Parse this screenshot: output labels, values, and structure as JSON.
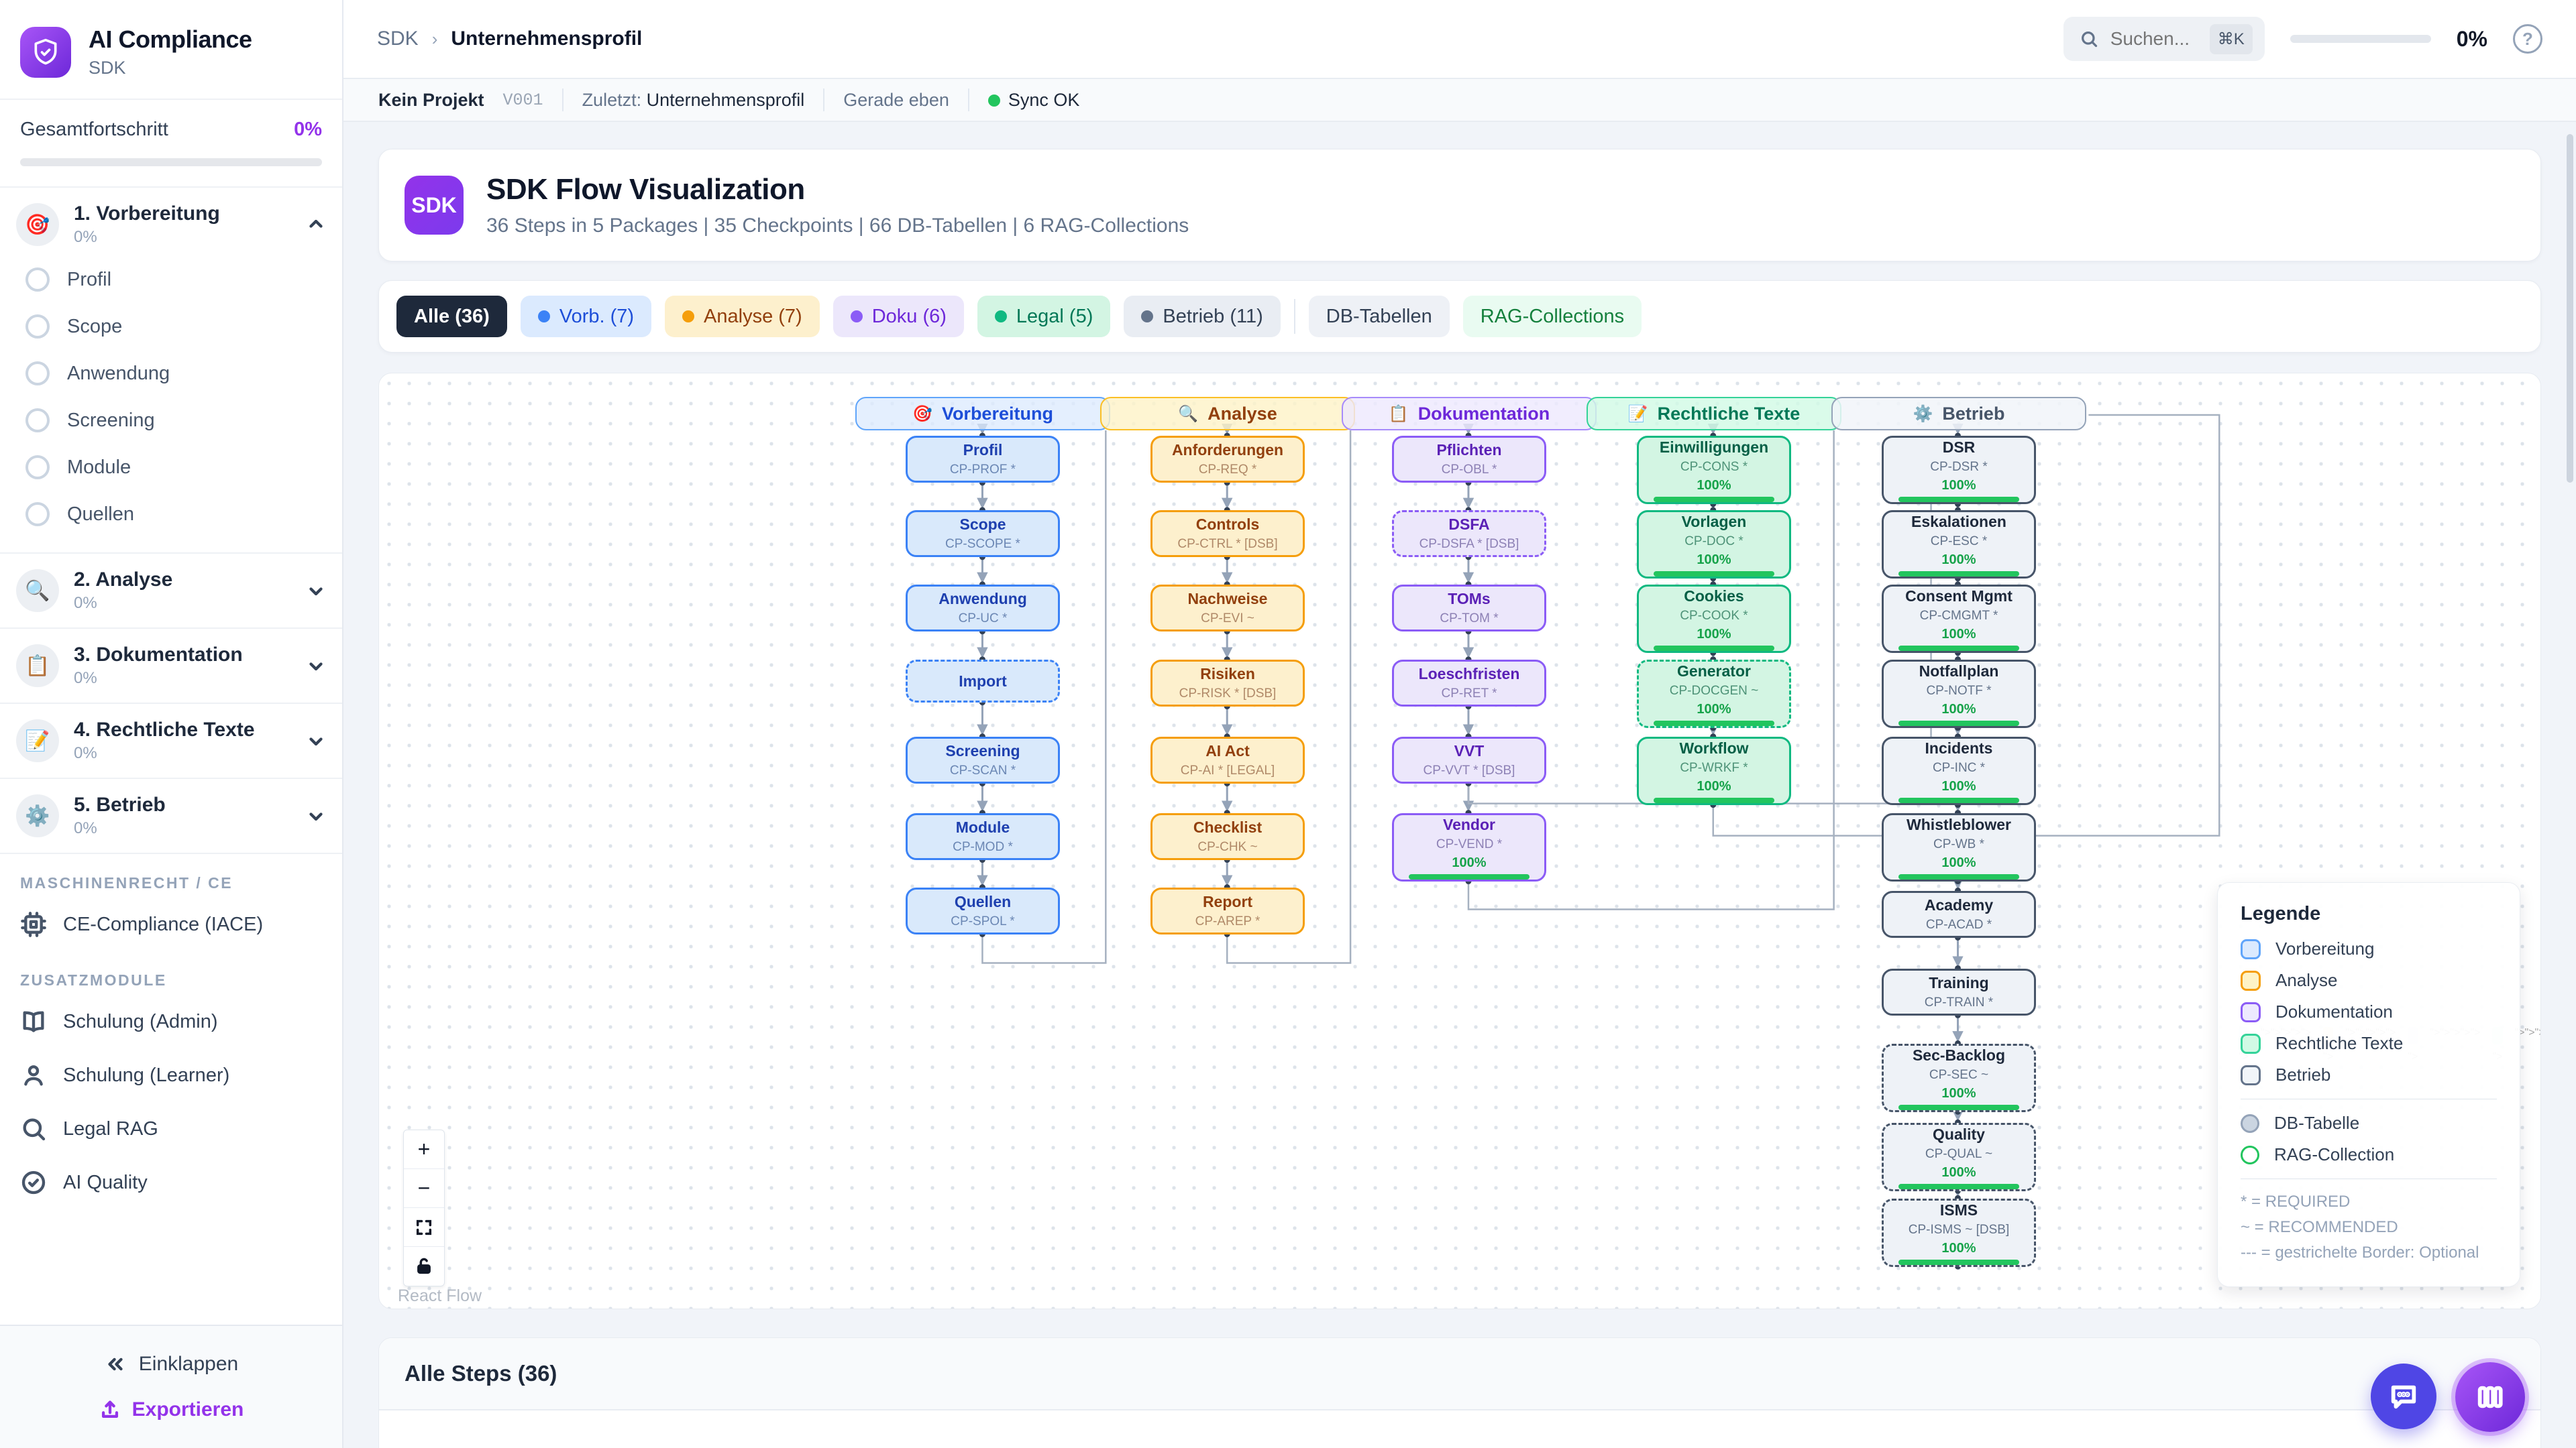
{
  "sidebar": {
    "app_title": "AI Compliance",
    "app_subtitle": "SDK",
    "overall_label": "Gesamtfortschritt",
    "overall_value": "0%",
    "sections": [
      {
        "title": "1. Vorbereitung",
        "pct": "0%",
        "emoji": "🎯",
        "expanded": true,
        "items": [
          "Profil",
          "Scope",
          "Anwendung",
          "Screening",
          "Module",
          "Quellen"
        ]
      },
      {
        "title": "2. Analyse",
        "pct": "0%",
        "emoji": "🔍",
        "expanded": false,
        "items": []
      },
      {
        "title": "3. Dokumentation",
        "pct": "0%",
        "emoji": "📋",
        "expanded": false,
        "items": []
      },
      {
        "title": "4. Rechtliche Texte",
        "pct": "0%",
        "emoji": "📝",
        "expanded": false,
        "items": []
      },
      {
        "title": "5. Betrieb",
        "pct": "0%",
        "emoji": "⚙️",
        "expanded": false,
        "items": []
      }
    ],
    "group1_label": "MASCHINENRECHT / CE",
    "group1_item": "CE-Compliance (IACE)",
    "group2_label": "ZUSATZMODULE",
    "modules": [
      {
        "icon": "book-icon",
        "label": "Schulung (Admin)"
      },
      {
        "icon": "user-icon",
        "label": "Schulung (Learner)"
      },
      {
        "icon": "search-icon",
        "label": "Legal RAG"
      },
      {
        "icon": "check-circle-icon",
        "label": "AI Quality"
      }
    ],
    "collapse_label": "Einklappen",
    "export_label": "Exportieren"
  },
  "topbar": {
    "breadcrumb_root": "SDK",
    "breadcrumb_current": "Unternehmensprofil",
    "search_placeholder": "Suchen...",
    "search_kbd": "⌘K",
    "progress_value": "0%",
    "help_glyph": "?"
  },
  "statusbar": {
    "project": "Kein Projekt",
    "version": "V001",
    "last_label": "Zuletzt:",
    "last_value": "Unternehmensprofil",
    "time": "Gerade eben",
    "sync": "Sync OK"
  },
  "hero": {
    "badge": "SDK",
    "title": "SDK Flow Visualization",
    "subtitle": "36 Steps in 5 Packages | 35 Checkpoints | 66 DB-Tabellen | 6 RAG-Collections"
  },
  "filters": [
    {
      "label": "Alle (36)",
      "style": "all"
    },
    {
      "label": "Vorb. (7)",
      "style": "blue",
      "dot": "#3b82f6"
    },
    {
      "label": "Analyse (7)",
      "style": "amber",
      "dot": "#f59e0b"
    },
    {
      "label": "Doku (6)",
      "style": "violet",
      "dot": "#8b5cf6"
    },
    {
      "label": "Legal (5)",
      "style": "green",
      "dot": "#10b981"
    },
    {
      "label": "Betrieb (11)",
      "style": "slate",
      "dot": "#64748b"
    },
    {
      "label": "DB-Tabellen",
      "style": "plain"
    },
    {
      "label": "RAG-Collections",
      "style": "rag"
    }
  ],
  "flow": {
    "packages": [
      {
        "id": "vorbereitung",
        "label": "Vorbereitung",
        "emoji": "🎯",
        "color": "blue",
        "nodes": [
          {
            "label": "Profil",
            "code": "CP-PROF *"
          },
          {
            "label": "Scope",
            "code": "CP-SCOPE *"
          },
          {
            "label": "Anwendung",
            "code": "CP-UC *"
          },
          {
            "label": "Import",
            "code": "",
            "dashed": true
          },
          {
            "label": "Screening",
            "code": "CP-SCAN *"
          },
          {
            "label": "Module",
            "code": "CP-MOD *"
          },
          {
            "label": "Quellen",
            "code": "CP-SPOL *"
          }
        ]
      },
      {
        "id": "analyse",
        "label": "Analyse",
        "emoji": "🔍",
        "color": "amber",
        "nodes": [
          {
            "label": "Anforderungen",
            "code": "CP-REQ *"
          },
          {
            "label": "Controls",
            "code": "CP-CTRL * [DSB]"
          },
          {
            "label": "Nachweise",
            "code": "CP-EVI ~"
          },
          {
            "label": "Risiken",
            "code": "CP-RISK * [DSB]"
          },
          {
            "label": "AI Act",
            "code": "CP-AI * [LEGAL]"
          },
          {
            "label": "Checklist",
            "code": "CP-CHK ~"
          },
          {
            "label": "Report",
            "code": "CP-AREP *"
          }
        ]
      },
      {
        "id": "dokumentation",
        "label": "Dokumentation",
        "emoji": "📋",
        "color": "violet",
        "nodes": [
          {
            "label": "Pflichten",
            "code": "CP-OBL *"
          },
          {
            "label": "DSFA",
            "code": "CP-DSFA * [DSB]",
            "dashed": true
          },
          {
            "label": "TOMs",
            "code": "CP-TOM *"
          },
          {
            "label": "Loeschfristen",
            "code": "CP-RET *"
          },
          {
            "label": "VVT",
            "code": "CP-VVT * [DSB]"
          },
          {
            "label": "Vendor",
            "code": "CP-VEND *",
            "progress": "100%"
          }
        ]
      },
      {
        "id": "rechtliche-texte",
        "label": "Rechtliche Texte",
        "emoji": "📝",
        "color": "green",
        "nodes": [
          {
            "label": "Einwilligungen",
            "code": "CP-CONS *",
            "progress": "100%"
          },
          {
            "label": "Vorlagen",
            "code": "CP-DOC *",
            "progress": "100%"
          },
          {
            "label": "Cookies",
            "code": "CP-COOK *",
            "progress": "100%"
          },
          {
            "label": "Generator",
            "code": "CP-DOCGEN ~",
            "dashed": true,
            "progress": "100%"
          },
          {
            "label": "Workflow",
            "code": "CP-WRKF *",
            "progress": "100%"
          }
        ]
      },
      {
        "id": "betrieb",
        "label": "Betrieb",
        "emoji": "⚙️",
        "color": "slate",
        "nodes": [
          {
            "label": "DSR",
            "code": "CP-DSR *",
            "progress": "100%"
          },
          {
            "label": "Eskalationen",
            "code": "CP-ESC *",
            "progress": "100%"
          },
          {
            "label": "Consent Mgmt",
            "code": "CP-CMGMT *",
            "progress": "100%"
          },
          {
            "label": "Notfallplan",
            "code": "CP-NOTF *",
            "progress": "100%"
          },
          {
            "label": "Incidents",
            "code": "CP-INC *",
            "progress": "100%"
          },
          {
            "label": "Whistleblower",
            "code": "CP-WB *",
            "progress": "100%"
          },
          {
            "label": "Academy",
            "code": "CP-ACAD *"
          },
          {
            "label": "Training",
            "code": "CP-TRAIN *"
          },
          {
            "label": "Sec-Backlog",
            "code": "CP-SEC ~",
            "dashed": true,
            "progress": "100%"
          },
          {
            "label": "Quality",
            "code": "CP-QUAL ~",
            "dashed": true,
            "progress": "100%"
          },
          {
            "label": "ISMS",
            "code": "CP-ISMS ~ [DSB]",
            "dashed": true,
            "progress": "100%"
          }
        ]
      }
    ]
  },
  "legend": {
    "title": "Legende",
    "items": [
      {
        "label": "Vorbereitung",
        "border": "#60a5fa",
        "bg": "#dbeafe"
      },
      {
        "label": "Analyse",
        "border": "#f59e0b",
        "bg": "#fef3c7"
      },
      {
        "label": "Dokumentation",
        "border": "#8b5cf6",
        "bg": "#ede9fe"
      },
      {
        "label": "Rechtliche Texte",
        "border": "#34d399",
        "bg": "#d1fae5"
      },
      {
        "label": "Betrieb",
        "border": "#64748b",
        "bg": "#f1f5f9"
      }
    ],
    "db_label": "DB-Tabelle",
    "rag_label": "RAG-Collection",
    "notes": [
      "* = REQUIRED",
      "~ = RECOMMENDED",
      "--- = gestrichelte Border: Optional"
    ]
  },
  "canvas": {
    "attribution": "React Flow"
  },
  "steps_section": {
    "title": "Alle Steps (36)"
  },
  "colors": {
    "accent_purple": "#9333ea",
    "sync_green": "#22c55e",
    "progress_green": "#22c55e",
    "edge_gray": "#94a3b8"
  }
}
